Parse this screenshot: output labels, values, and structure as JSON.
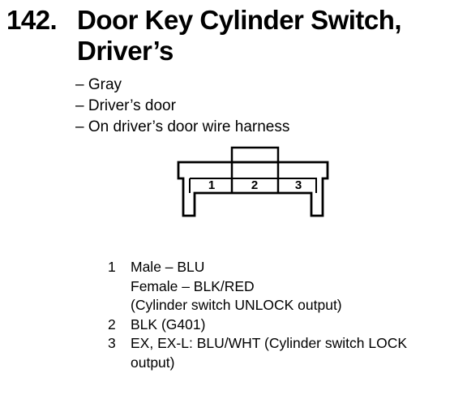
{
  "header": {
    "number": "142.",
    "title_line1": "Door Key Cylinder Switch,",
    "title_line2": "Driver’s"
  },
  "properties": [
    "– Gray",
    "– Driver’s door",
    "– On driver’s door wire harness"
  ],
  "connector": {
    "terminals": [
      "1",
      "2",
      "3"
    ]
  },
  "pins": [
    {
      "number": "1",
      "lines": [
        "Male – BLU",
        "Female – BLK/RED",
        "(Cylinder switch UNLOCK output)"
      ]
    },
    {
      "number": "2",
      "lines": [
        "BLK (G401)"
      ]
    },
    {
      "number": "3",
      "lines": [
        "EX, EX-L: BLU/WHT (Cylinder switch LOCK",
        "output)"
      ]
    }
  ]
}
